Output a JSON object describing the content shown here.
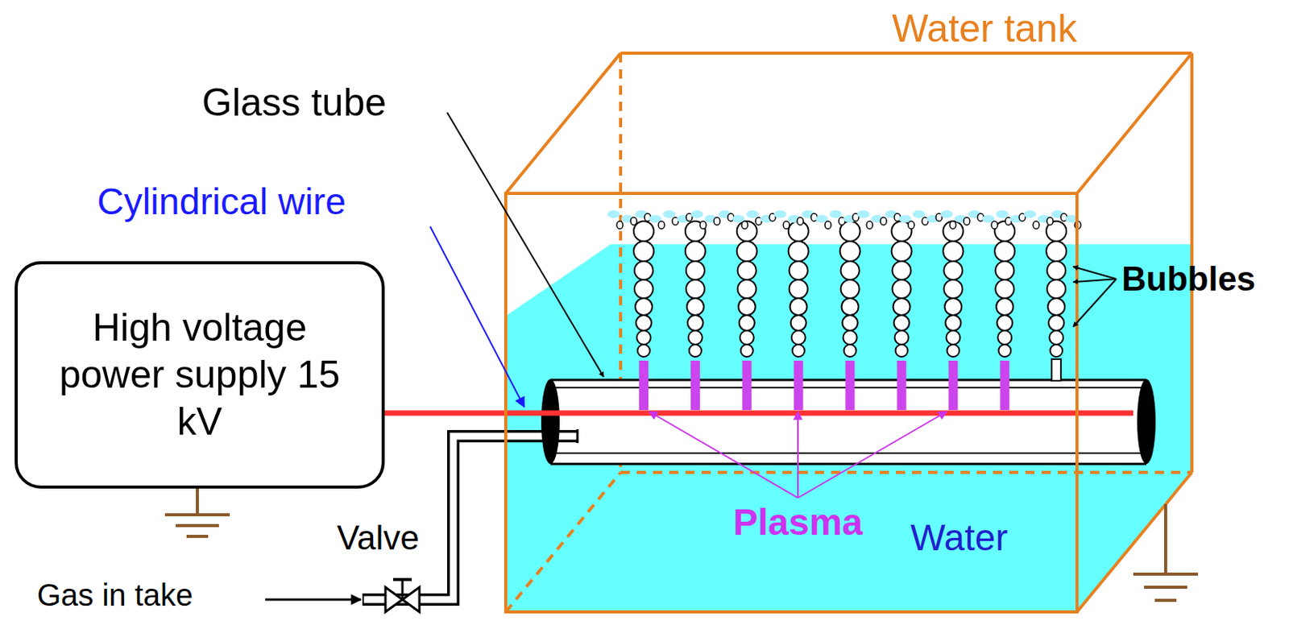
{
  "diagram": {
    "nodes": [
      {
        "text": [
          "High voltage power supply 15 kV"
        ]
      }
    ],
    "labels": [
      "Water tank",
      "Glass tube",
      "Cylindrical wire",
      "Bubbles",
      "Plasma",
      "Water",
      "Valve",
      "Gas in take"
    ]
  }
}
